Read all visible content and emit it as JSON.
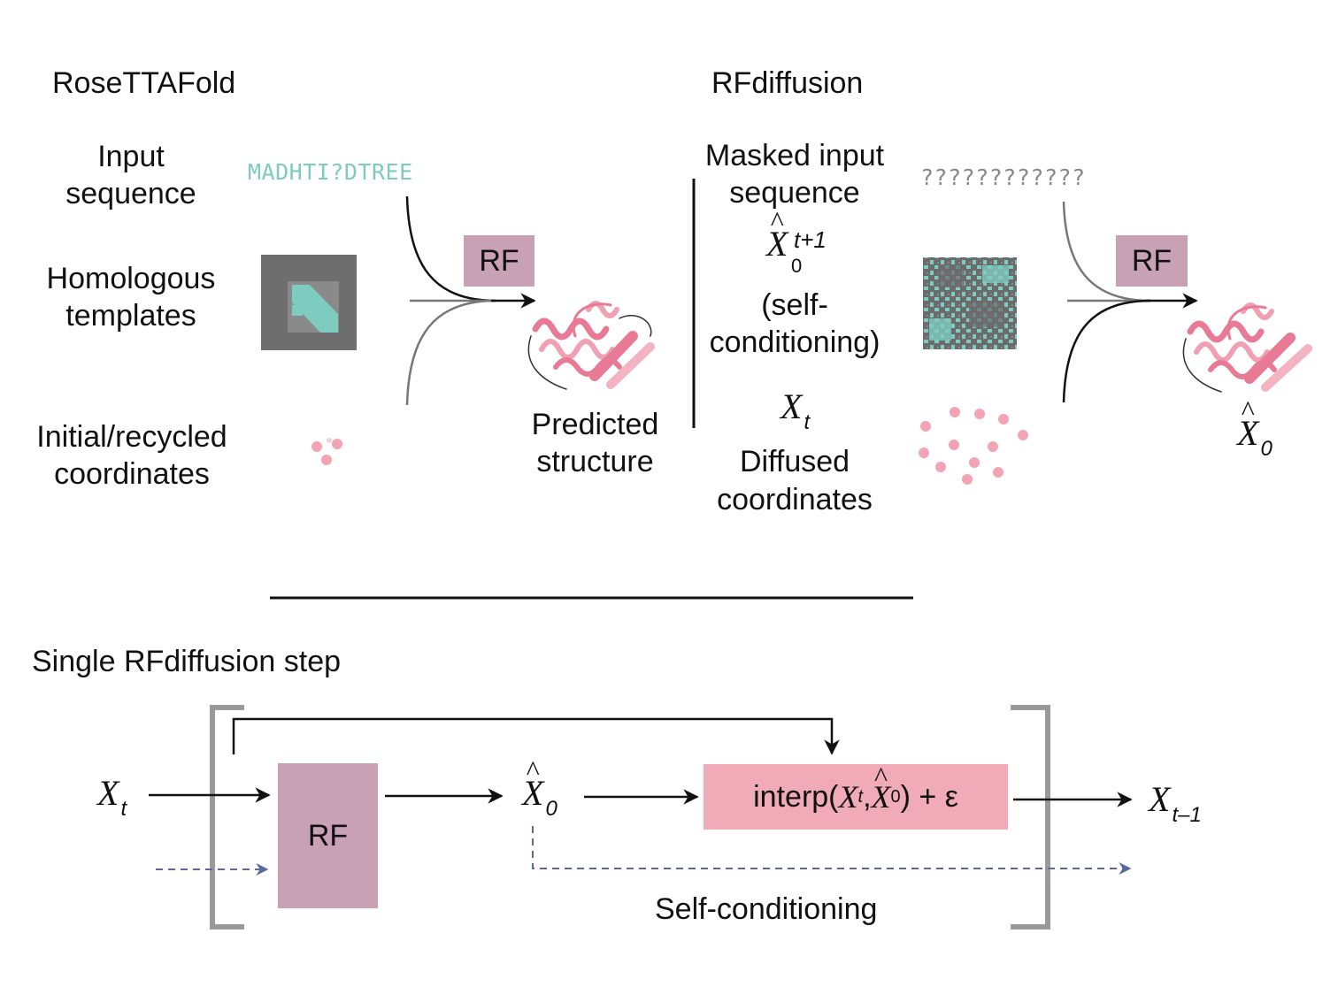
{
  "top_left": {
    "title": "RoseTTAFold",
    "input_label_1": "Input",
    "input_label_2": "sequence",
    "sequence": "MADHTI?DTREE",
    "templates_label_1": "Homologous",
    "templates_label_2": "templates",
    "coords_label_1": "Initial/recycled",
    "coords_label_2": "coordinates",
    "rf_label": "RF",
    "output_label_1": "Predicted",
    "output_label_2": "structure"
  },
  "top_right": {
    "title": "RFdiffusion",
    "masked_label_1": "Masked input",
    "masked_label_2": "sequence",
    "masked_sequence": "????????????",
    "selfcond_symbol": "X",
    "selfcond_sup": "t+1",
    "selfcond_sub": "0",
    "selfcond_label_1": "(self-",
    "selfcond_label_2": "conditioning)",
    "xt_symbol": "X",
    "xt_sub": "t",
    "diffused_label_1": "Diffused",
    "diffused_label_2": "coordinates",
    "rf_label": "RF",
    "output_symbol": "X",
    "output_sub": "0"
  },
  "bottom": {
    "title": "Single RFdiffusion step",
    "input_symbol": "X",
    "input_sub": "t",
    "rf_label": "RF",
    "mid_symbol": "X",
    "mid_sub": "0",
    "interp_prefix": "interp(",
    "interp_x": "X",
    "interp_x_sub": "t",
    "interp_comma": ", ",
    "interp_xhat": "X",
    "interp_xhat_sub": "0",
    "interp_suffix": ") + ε",
    "output_symbol": "X",
    "output_sub": "t–1",
    "selfcond_label": "Self-conditioning"
  },
  "colors": {
    "teal": "#7ecbbf",
    "rf_box": "#c8a1b4",
    "interp_box": "#f0aab8",
    "pink": "#ee8ea3",
    "dashed_blue": "#5a6aa0",
    "bracket_gray": "#9a9a9a"
  }
}
